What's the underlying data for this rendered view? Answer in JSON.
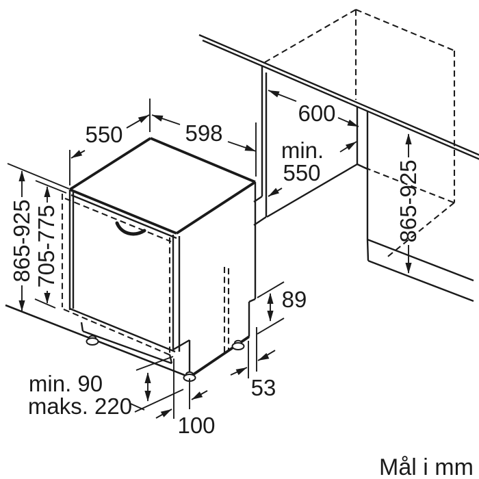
{
  "diagram": {
    "note": "Mål i mm",
    "dims": {
      "top_depth": "550",
      "top_width": "598",
      "niche_width": "600",
      "niche_depth_line1": "min.",
      "niche_depth_line2": "550",
      "niche_height": "865-925",
      "appliance_height": "865-925",
      "door_height": "705-775",
      "rear_step_height": "89",
      "rear_step_depth": "53",
      "front_foot_inset": "100",
      "plinth_min": "min. 90",
      "plinth_max": "maks. 220"
    }
  }
}
